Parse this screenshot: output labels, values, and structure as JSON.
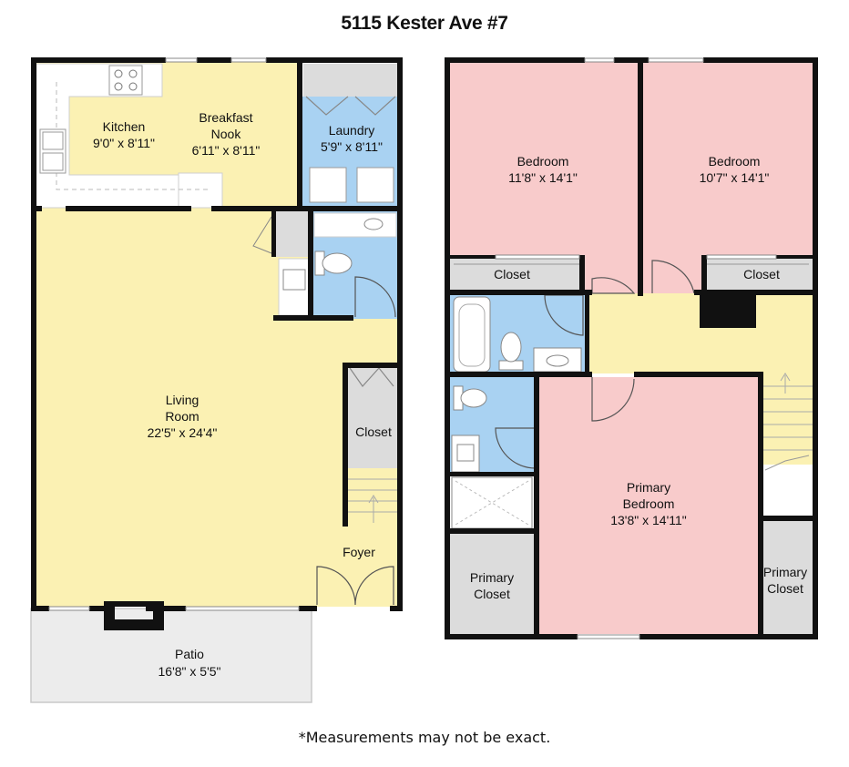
{
  "title": "5115 Kester Ave #7",
  "note": "*Measurements may not be exact.",
  "colors": {
    "living": "#fbf1b3",
    "bath": "#a9d2f2",
    "bedroom": "#f8cbcb",
    "closet": "#dcdcdc",
    "wall": "#111111",
    "patio": "#ececec"
  },
  "rooms": {
    "kitchen": {
      "name": "Kitchen",
      "dims": "9'0\" x 8'11\""
    },
    "nook": {
      "name1": "Breakfast",
      "name2": "Nook",
      "dims": "6'11\" x 8'11\""
    },
    "laundry": {
      "name": "Laundry",
      "dims": "5'9\" x 8'11\""
    },
    "living": {
      "name1": "Living",
      "name2": "Room",
      "dims": "22'5\" x 24'4\""
    },
    "closet_down": {
      "name": "Closet"
    },
    "foyer": {
      "name": "Foyer"
    },
    "patio": {
      "name": "Patio",
      "dims": "16'8\" x 5'5\""
    },
    "bedroom1": {
      "name": "Bedroom",
      "dims": "11'8\" x 14'1\""
    },
    "bedroom2": {
      "name": "Bedroom",
      "dims": "10'7\" x 14'1\""
    },
    "closet1": {
      "name": "Closet"
    },
    "closet2": {
      "name": "Closet"
    },
    "primary": {
      "name1": "Primary",
      "name2": "Bedroom",
      "dims": "13'8\" x 14'11\""
    },
    "primary_closet_l": {
      "name1": "Primary",
      "name2": "Closet"
    },
    "primary_closet_r": {
      "name1": "Primary",
      "name2": "Closet"
    }
  }
}
